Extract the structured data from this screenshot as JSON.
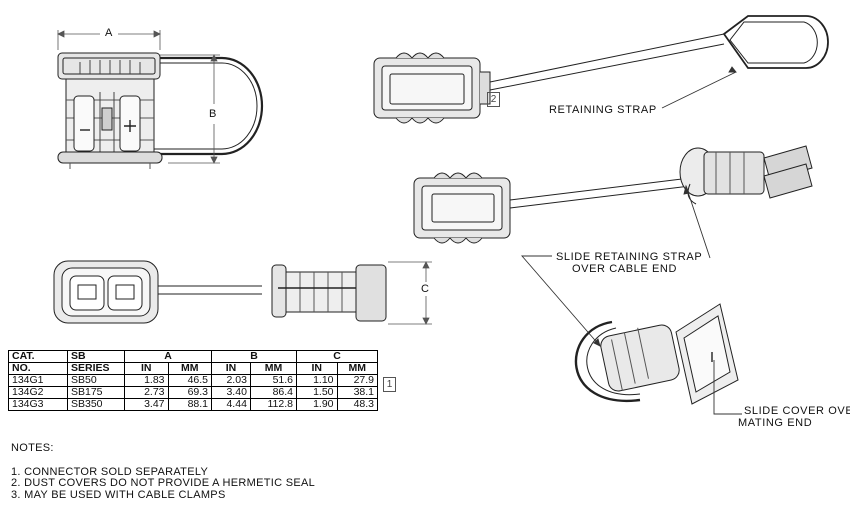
{
  "labels": {
    "dim_a": "A",
    "dim_b": "B",
    "dim_c": "C",
    "note_ref_1": "1",
    "note_ref_2": "2",
    "retaining_strap": "RETAINING STRAP",
    "slide_strap_line1": "SLIDE RETAINING STRAP",
    "slide_strap_line2": "OVER CABLE END",
    "slide_cover_line1": "SLIDE COVER OVER",
    "slide_cover_line2": "MATING END"
  },
  "table": {
    "header1": [
      "CAT.",
      "SB",
      "A",
      "B",
      "C"
    ],
    "header2": [
      "NO.",
      "SERIES",
      "IN",
      "MM",
      "IN",
      "MM",
      "IN",
      "MM"
    ],
    "rows": [
      [
        "134G1",
        "SB50",
        "1.83",
        "46.5",
        "2.03",
        "51.6",
        "1.10",
        "27.9"
      ],
      [
        "134G2",
        "SB175",
        "2.73",
        "69.3",
        "3.40",
        "86.4",
        "1.50",
        "38.1"
      ],
      [
        "134G3",
        "SB350",
        "3.47",
        "88.1",
        "4.44",
        "112.8",
        "1.90",
        "48.3"
      ]
    ]
  },
  "notes": {
    "title": "NOTES:",
    "items": [
      "1. CONNECTOR SOLD SEPARATELY",
      "2. DUST COVERS DO NOT PROVIDE A HERMETIC SEAL",
      "3. MAY BE USED WITH CABLE CLAMPS"
    ]
  }
}
